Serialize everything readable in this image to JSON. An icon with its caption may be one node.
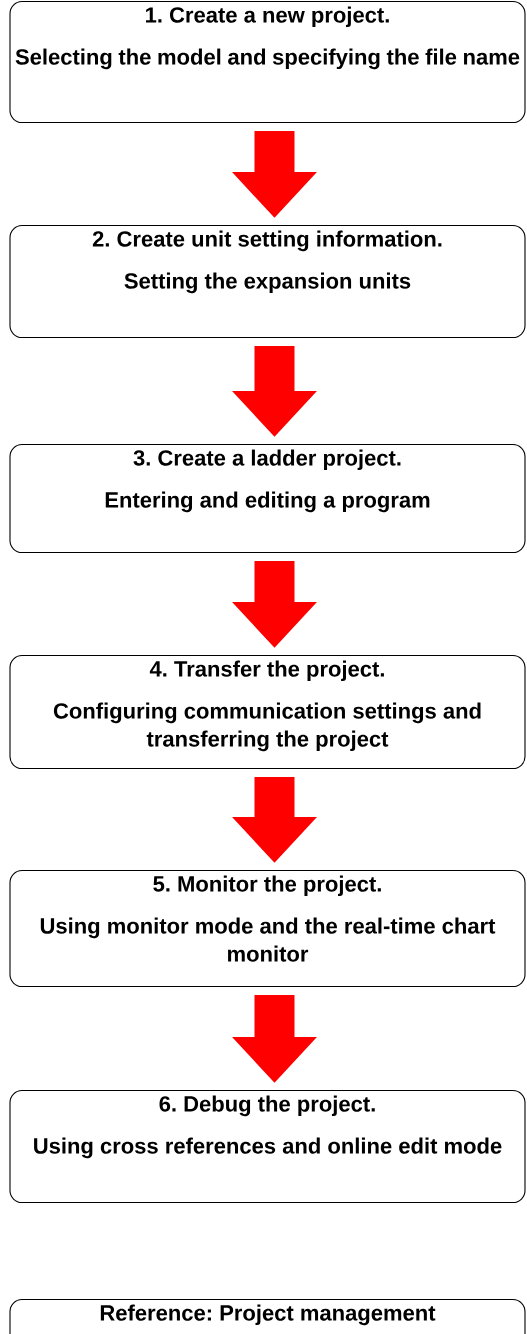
{
  "diagram": {
    "nodes": [
      {
        "text": [
          "1. Create a new project.",
          "Selecting the model and specifying the file name"
        ]
      },
      {
        "text": [
          "2. Create unit setting information.",
          "Setting the expansion units"
        ]
      },
      {
        "text": [
          "3. Create a ladder project.",
          "Entering and editing a program"
        ]
      },
      {
        "text": [
          "4. Transfer the project.",
          "Configuring communication settings and transferring the project"
        ]
      },
      {
        "text": [
          "5. Monitor the project.",
          "Using monitor mode and the real-time chart monitor"
        ]
      },
      {
        "text": [
          "6. Debug the project.",
          "Using cross references and online edit mode"
        ]
      },
      {
        "text": [
          "Reference: Project management"
        ]
      }
    ],
    "edges": [
      {
        "from": 0,
        "to": 1,
        "arrow": "to"
      },
      {
        "from": 1,
        "to": 2,
        "arrow": "to"
      },
      {
        "from": 2,
        "to": 3,
        "arrow": "to"
      },
      {
        "from": 3,
        "to": 4,
        "arrow": "to"
      },
      {
        "from": 4,
        "to": 5,
        "arrow": "to"
      }
    ]
  }
}
